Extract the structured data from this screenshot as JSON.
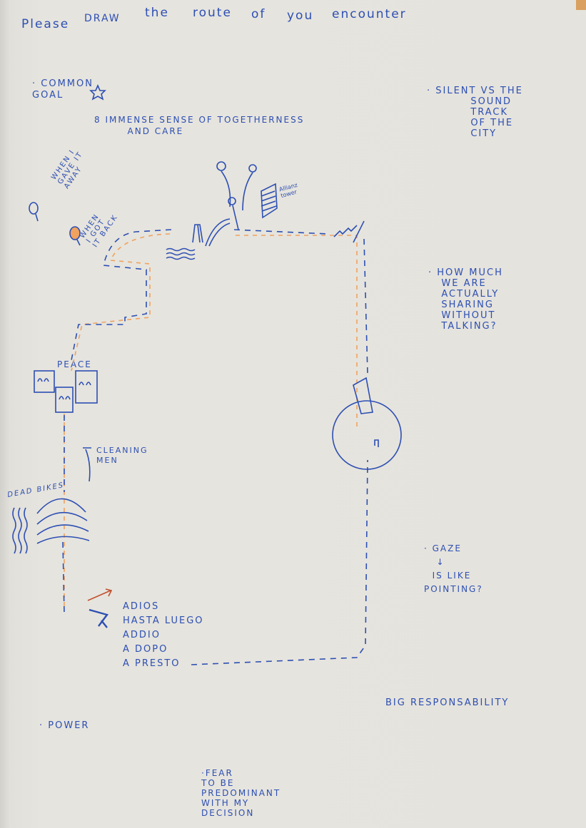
{
  "title_words": [
    "Please",
    "DRAW",
    "the",
    "route",
    "of",
    "you",
    "encounter"
  ],
  "notes": {
    "common_goal": "· COMMON\nGOAL",
    "togetherness": "8 IMMENSE SENSE OF TOGETHERNESS\n        AND CARE",
    "silent": "· SILENT VS THE\n          SOUND\n          TRACK\n          OF THE\n          CITY",
    "gave_away": "WHEN I\nGAVE IT\nAWAY",
    "got_back": "WHEN\nI GOT\nIT BACK",
    "allianz": "Allianz\ntower",
    "sharing": "· HOW MUCH\n   WE ARE\n   ACTUALLY\n   SHARING\n   WITHOUT\n   TALKING?",
    "peace": "PEACE",
    "cleaning": "CLEANING\nMEN",
    "dead_bikes": "DEAD BIKES",
    "goodbyes": [
      "ADIOS",
      "HASTA LUEGO",
      "ADDIO",
      "A DOPO",
      "A PRESTO"
    ],
    "gaze": "· GAZE\n   ↓\n  IS LIKE\nPOINTING?",
    "responsibility": "BIG RESPONSABILITY",
    "power": "· POWER",
    "fear": "·FEAR\nTO BE\nPREDOMINANT\nWITH MY\nDECISION"
  },
  "colors": {
    "ink": "#2c4fb3",
    "orange": "#f0a25e",
    "paper": "#e5e3dd"
  }
}
